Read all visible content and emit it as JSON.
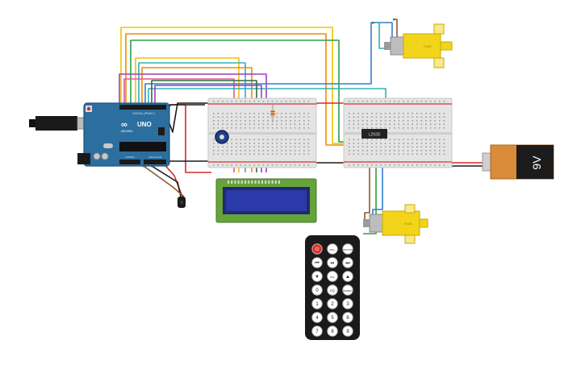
{
  "arduino": {
    "brand": "UNO",
    "logo": "ARDUINO",
    "header_text": "DIGITAL (PWM~)",
    "power_text": "POWER",
    "analog_text": "ANALOG IN",
    "colors": {
      "board": "#2c6e9e",
      "header": "#1a1a1a"
    }
  },
  "motor_driver": {
    "label": "L293D"
  },
  "battery": {
    "label": "9V",
    "colors": {
      "body": "#d98b3a",
      "cap": "#1c1c1c"
    }
  },
  "motors": [
    {
      "id": "top",
      "label": "PLUS"
    },
    {
      "id": "bottom",
      "label": "PLUS"
    }
  ],
  "lcd": {
    "colors": {
      "pcb": "#67a33b",
      "screen": "#2a3aa8"
    }
  },
  "remote": {
    "buttons": [
      {
        "label": "⏻",
        "name": "power-button",
        "color": "#e0312a"
      },
      {
        "label": "VOL+",
        "name": "vol-up-button"
      },
      {
        "label": "FUNC/STOP",
        "name": "func-stop-button"
      },
      {
        "label": "⏮",
        "name": "prev-button"
      },
      {
        "label": "⏯",
        "name": "play-pause-button"
      },
      {
        "label": "⏭",
        "name": "next-button"
      },
      {
        "label": "▼",
        "name": "down-button"
      },
      {
        "label": "VOL-",
        "name": "vol-down-button"
      },
      {
        "label": "▲",
        "name": "up-button"
      },
      {
        "label": "0",
        "name": "digit-0-button"
      },
      {
        "label": "EQ",
        "name": "eq-button"
      },
      {
        "label": "ST/REPT",
        "name": "st-rept-button"
      },
      {
        "label": "1",
        "name": "digit-1-button"
      },
      {
        "label": "2",
        "name": "digit-2-button"
      },
      {
        "label": "3",
        "name": "digit-3-button"
      },
      {
        "label": "4",
        "name": "digit-4-button"
      },
      {
        "label": "5",
        "name": "digit-5-button"
      },
      {
        "label": "6",
        "name": "digit-6-button"
      },
      {
        "label": "7",
        "name": "digit-7-button"
      },
      {
        "label": "8",
        "name": "digit-8-button"
      },
      {
        "label": "9",
        "name": "digit-9-button"
      }
    ]
  },
  "wire_colors": {
    "red": "#d62828",
    "black": "#1a1a1a",
    "yellow": "#f2c200",
    "orange": "#f08c00",
    "green": "#2aa14a",
    "purple": "#9b3fc2",
    "blue": "#2f7fd1",
    "teal": "#2fb0b8",
    "brown": "#8a5a2b",
    "pink": "#e0569a",
    "darkgreen": "#2d6a3e"
  }
}
